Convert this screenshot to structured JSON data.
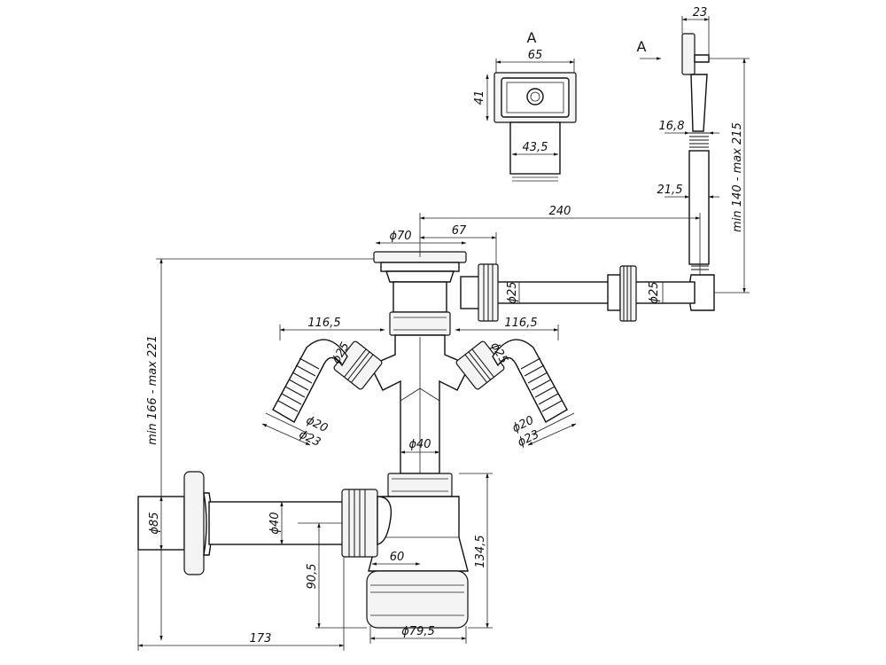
{
  "view_labels": {
    "section_a": "A",
    "arrow_a": "A"
  },
  "dimensions": {
    "d23_top": "23",
    "d65": "65",
    "d41": "41",
    "d43_5": "43,5",
    "d16_8": "16,8",
    "d21_5": "21,5",
    "d240": "240",
    "min140_max215": "min 140 - max 215",
    "d70": "ϕ70",
    "d67": "67",
    "min166_max221": "min 166 - max 221",
    "d116_5_left": "116,5",
    "d116_5_right": "116,5",
    "d25_left_inlet": "ϕ25",
    "d25_right_inlet": "ϕ25",
    "d25_pipe_a": "ϕ25",
    "d25_pipe_b": "ϕ25",
    "d20_left": "ϕ20",
    "d23_left": "ϕ23",
    "d20_right": "ϕ20",
    "d23_right": "ϕ23",
    "d40_vert": "ϕ40",
    "d40_outlet": "ϕ40",
    "d85": "ϕ85",
    "d60": "60",
    "d90_5": "90,5",
    "d134_5": "134,5",
    "d173": "173",
    "d79_5": "ϕ79,5"
  }
}
